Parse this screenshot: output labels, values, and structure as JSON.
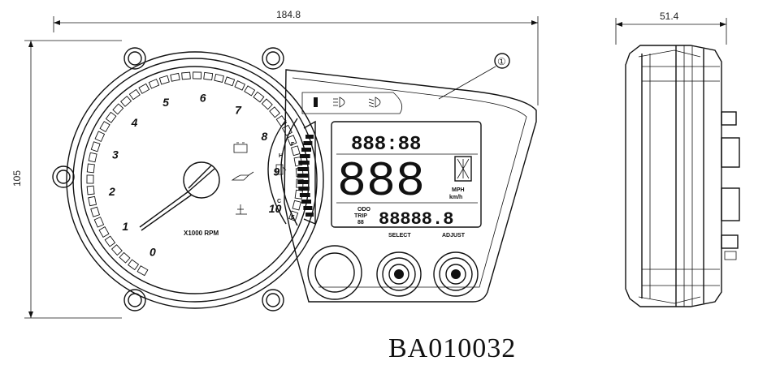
{
  "dimensions": {
    "width": "184.8",
    "height": "105",
    "depth": "51.4"
  },
  "callout": "①",
  "tachometer": {
    "ticks": [
      "0",
      "1",
      "2",
      "3",
      "4",
      "5",
      "6",
      "7",
      "8",
      "9",
      "10"
    ],
    "unit": "X1000 RPM"
  },
  "fuel_gauge": {
    "full": "F",
    "half": "H",
    "cold": "C",
    "empty": "E"
  },
  "lcd": {
    "top_row": "888:88",
    "speed": "888",
    "speed_unit_mph": "MPH",
    "speed_unit_kmh": "km/h",
    "odo_label": "ODO",
    "trip_label": "TRIP",
    "trip_sub": "88",
    "odometer": "88888.8"
  },
  "buttons": {
    "select": "SELECT",
    "adjust": "ADJUST"
  },
  "model_number": "BA010032"
}
